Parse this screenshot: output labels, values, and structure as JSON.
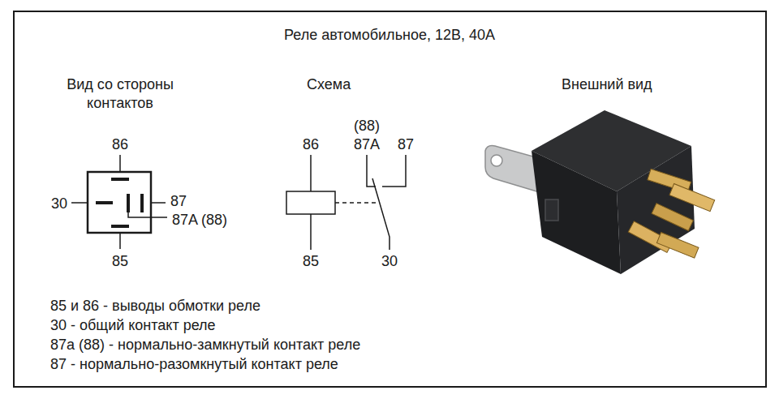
{
  "diagram": {
    "title": "Реле автомобильное, 12В, 40А",
    "labels": [
      "Вид со стороны контактов",
      "Схема",
      "Внешний вид",
      "86",
      "30",
      "87",
      "87A (88)",
      "85",
      "(88)",
      "86",
      "87A",
      "87",
      "85",
      "30",
      "85 и 86 - выводы обмотки реле",
      "30 - общий контакт реле",
      "87a (88) - нормально-замкнутый контакт реле",
      "87 - нормально-разомкнутый контакт реле"
    ]
  }
}
